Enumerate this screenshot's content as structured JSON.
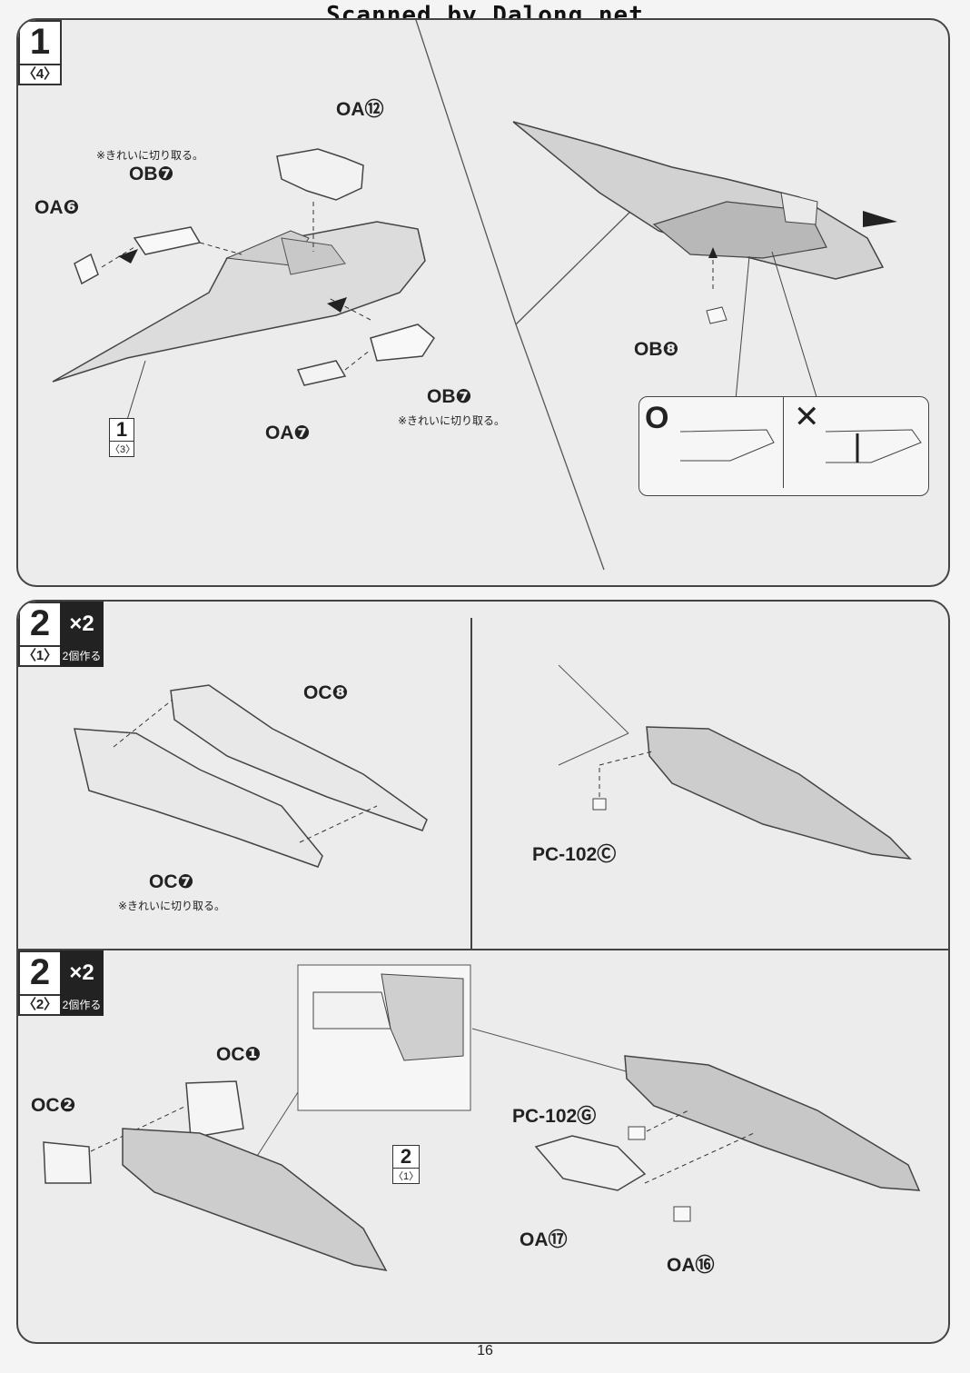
{
  "watermark": "Scanned by Dalong.net",
  "page_number": "16",
  "step1": {
    "num": "1",
    "sub": "〈4〉",
    "labels": {
      "oa12": "OA⑫",
      "ob7_top": "OB❼",
      "oa6": "OA❻",
      "ob7_bottom": "OB❼",
      "oa7": "OA❼",
      "ob8": "OB❽"
    },
    "notes": {
      "clean_cut": "※きれいに切り取る。"
    },
    "ref": {
      "num": "1",
      "sub": "〈3〉"
    },
    "ok_mark": "O",
    "ng_mark": "✕"
  },
  "step2a": {
    "num": "2",
    "sub": "〈1〉",
    "multiplier": "×2",
    "make_two": "2個作る",
    "labels": {
      "oc8": "OC❽",
      "oc7": "OC❼",
      "pc102c": "PC-102Ⓒ"
    },
    "notes": {
      "clean_cut": "※きれいに切り取る。"
    }
  },
  "step2b": {
    "num": "2",
    "sub": "〈2〉",
    "multiplier": "×2",
    "make_two": "2個作る",
    "labels": {
      "oc1": "OC❶",
      "oc2": "OC❷",
      "pc102g": "PC-102Ⓖ",
      "oa17": "OA⑰",
      "oa16": "OA⑯"
    },
    "ref": {
      "num": "2",
      "sub": "〈1〉"
    }
  },
  "colors": {
    "panel_bg": "#ececec",
    "border": "#444444",
    "ink": "#222222"
  }
}
